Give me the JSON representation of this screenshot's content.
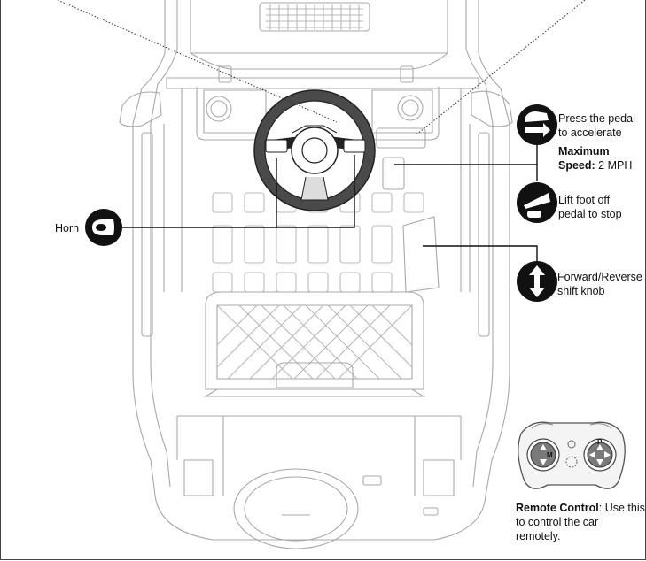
{
  "callouts": {
    "accelerate": "Press the pedal to accelerate",
    "accelerate_line1": "Press the pedal",
    "accelerate_line2": "to accelerate",
    "max_speed_label": "Maximum",
    "max_speed_label2": "Speed:",
    "max_speed_value": "2 MPH",
    "stop_line1": "Lift foot off",
    "stop_line2": "pedal to stop",
    "shift_line1": "Forward/Reverse",
    "shift_line2": "shift knob",
    "horn": "Horn",
    "remote_label": "Remote Control",
    "remote_text1": ": Use this",
    "remote_text2": "to control the car",
    "remote_text3": "remotely."
  },
  "remote": {
    "left_button_letter": "M",
    "right_button_letter": "P"
  },
  "icons": [
    "horn-icon",
    "accelerate-pedal-icon",
    "stop-pedal-icon",
    "shift-arrows-icon",
    "remote-control-icon"
  ],
  "colors": {
    "line": "#111111",
    "drawing": "#9a9a9a",
    "icon_fill": "#111111"
  }
}
